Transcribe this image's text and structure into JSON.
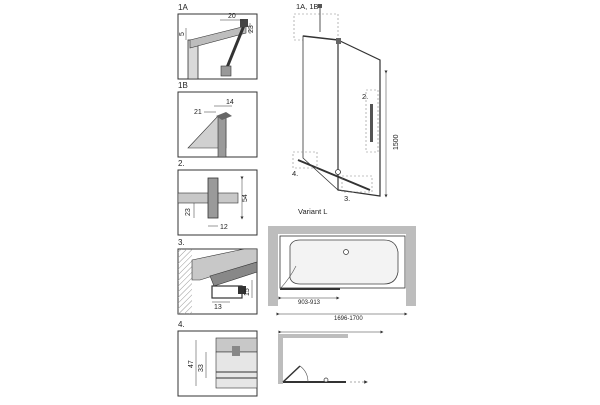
{
  "labels": {
    "d1a": "1A",
    "d1b": "1B",
    "d2": "2.",
    "d3": "3.",
    "d4": "4.",
    "main_top": "1A, 1B",
    "main_2": "2.",
    "main_3": "3.",
    "main_4": "4.",
    "variant": "Variant L"
  },
  "dims": {
    "d1a_20": "20",
    "d1a_23": "23",
    "d1a_5": "5",
    "d1b_14": "14",
    "d1b_21": "21",
    "d2_54": "54",
    "d2_23": "23",
    "d2_12": "12",
    "d3_15": "15",
    "d3_13": "13",
    "d4_47": "47",
    "d4_33": "33",
    "height": "1500",
    "plan_door": "903-913",
    "plan_bath": "1696-1700"
  },
  "colors": {
    "line": "#333333",
    "wall": "#bdbdbd",
    "dashed": "#888888",
    "panel_gray": "#c8c8c8"
  }
}
